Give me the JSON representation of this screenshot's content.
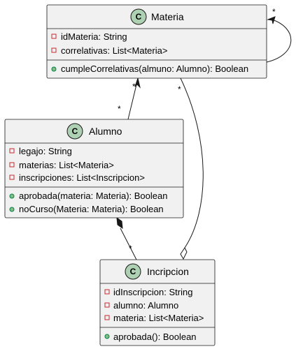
{
  "colors": {
    "class_fill": "#F1F1F1",
    "class_border": "#181818",
    "class_icon": "#ADD1B2",
    "private_marker": "#C82930",
    "public_marker": "#84BE84",
    "line": "#181818"
  },
  "classes": {
    "materia": {
      "stereotype_letter": "C",
      "name": "Materia",
      "attributes": [
        "idMateria: String",
        "correlativas: List<Materia>"
      ],
      "methods": [
        "cumpleCorrelativas(almuno: Alumno): Boolean"
      ]
    },
    "alumno": {
      "stereotype_letter": "C",
      "name": "Alumno",
      "attributes": [
        "legajo: String",
        "materias: List<Materia>",
        "inscripciones: List<Inscripcion>"
      ],
      "methods": [
        "aprobada(materia: Materia): Boolean",
        "noCurso(Materia: Materia): Boolean"
      ]
    },
    "incripcion": {
      "stereotype_letter": "C",
      "name": "Incripcion",
      "attributes": [
        "idInscripcion: String",
        "alumno: Alumno",
        "materia: List<Materia>"
      ],
      "methods": [
        "aprobada(): Boolean"
      ]
    }
  },
  "relations": {
    "materia_self": {
      "multiplicity": "*"
    },
    "alumno_materia": {
      "multiplicity_alumno": "*",
      "multiplicity_materia": "*"
    },
    "alumno_incripcion": {
      "multiplicity": "*"
    },
    "materia_incripcion": {
      "multiplicity": "*"
    }
  }
}
